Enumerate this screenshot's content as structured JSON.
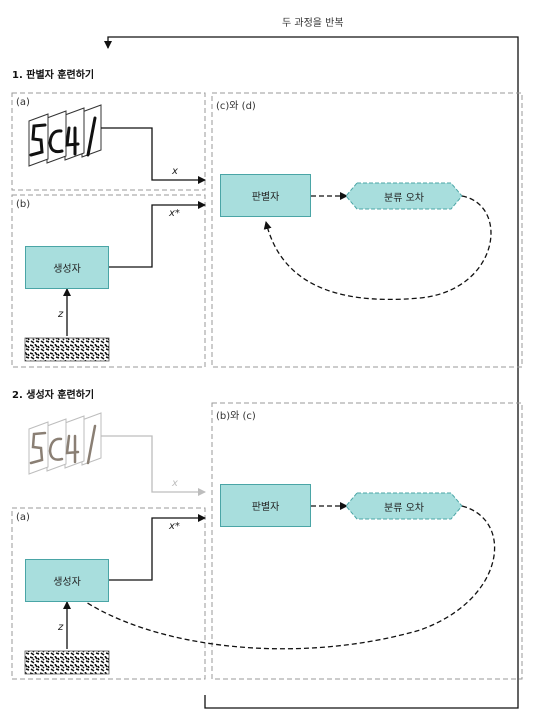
{
  "header": {
    "repeat_label": "두 과정을 반복"
  },
  "section1": {
    "title": "1. 판별자 훈련하기",
    "panel_a_label": "(a)",
    "panel_b_label": "(b)",
    "panel_cd_label": "(c)와 (d)",
    "x_label": "x",
    "xstar_label": "x*",
    "z_label": "z",
    "generator": "생성자",
    "discriminator": "판별자",
    "error": "분류 오차"
  },
  "section2": {
    "title": "2. 생성자 훈련하기",
    "panel_a_label": "(a)",
    "panel_bc_label": "(b)와 (c)",
    "x_label": "x",
    "xstar_label": "x*",
    "z_label": "z",
    "generator": "생성자",
    "discriminator": "판별자",
    "error": "분류 오차"
  },
  "colors": {
    "box_fill": "#a8dedd",
    "box_border": "#4aa5a6",
    "panel_border": "#999999",
    "faded": "#bdbdbd"
  }
}
